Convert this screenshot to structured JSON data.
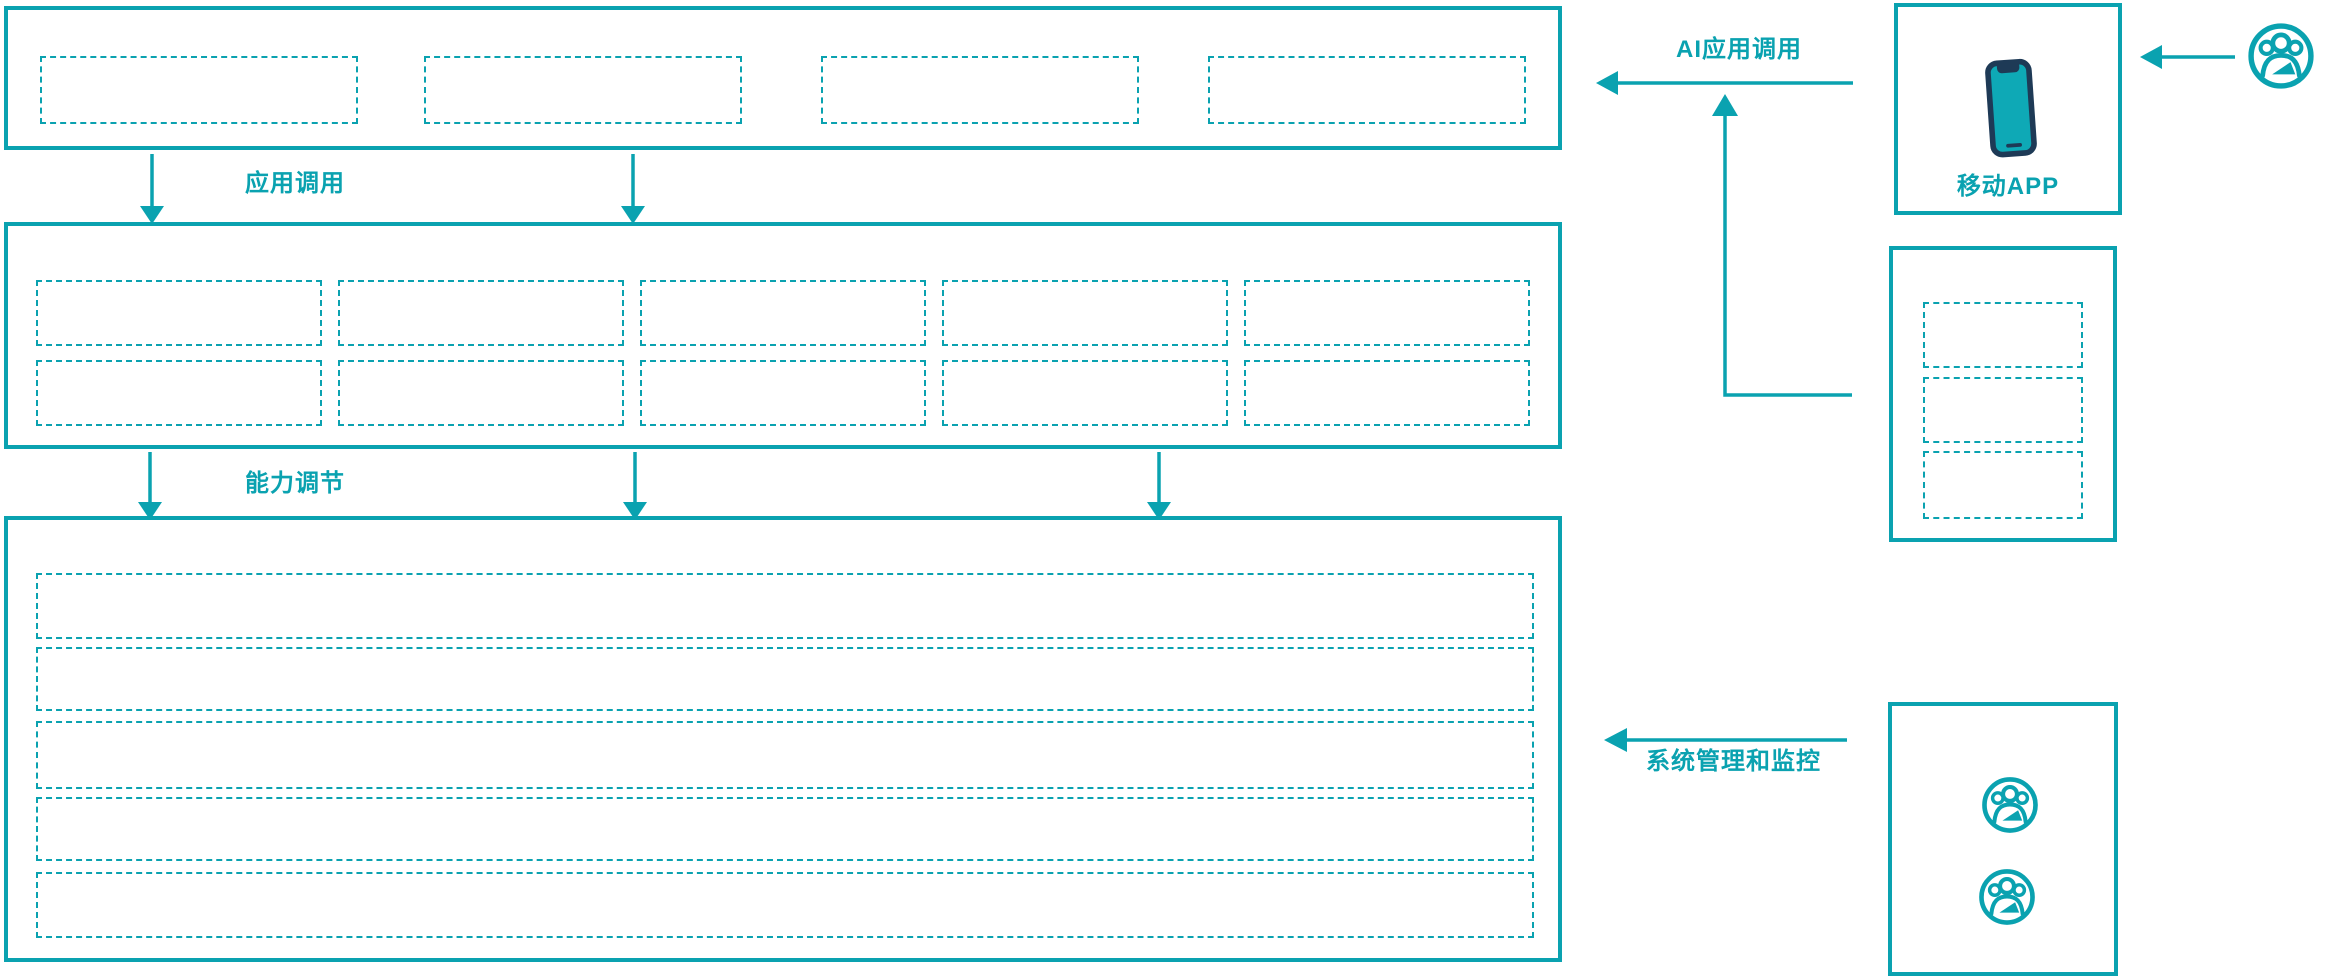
{
  "colors": {
    "accent": "#0AA2B0",
    "phone_body": "#1E3A56",
    "background": "#FFFFFF"
  },
  "labels": {
    "app_call": "应用调用",
    "capability_adjust": "能力调节",
    "ai_app_call": "AI应用调用",
    "system_management": "系统管理和监控",
    "mobile_app": "移动APP"
  },
  "icons": {
    "user_group": "user-group-icon",
    "smartphone": "smartphone-icon"
  },
  "structure": {
    "top_band_placeholders": 4,
    "middle_band_rows": 2,
    "middle_band_cols": 5,
    "bottom_band_rows": 5,
    "right_panel_placeholders": 3,
    "admin_panel_user_icons": 2
  }
}
